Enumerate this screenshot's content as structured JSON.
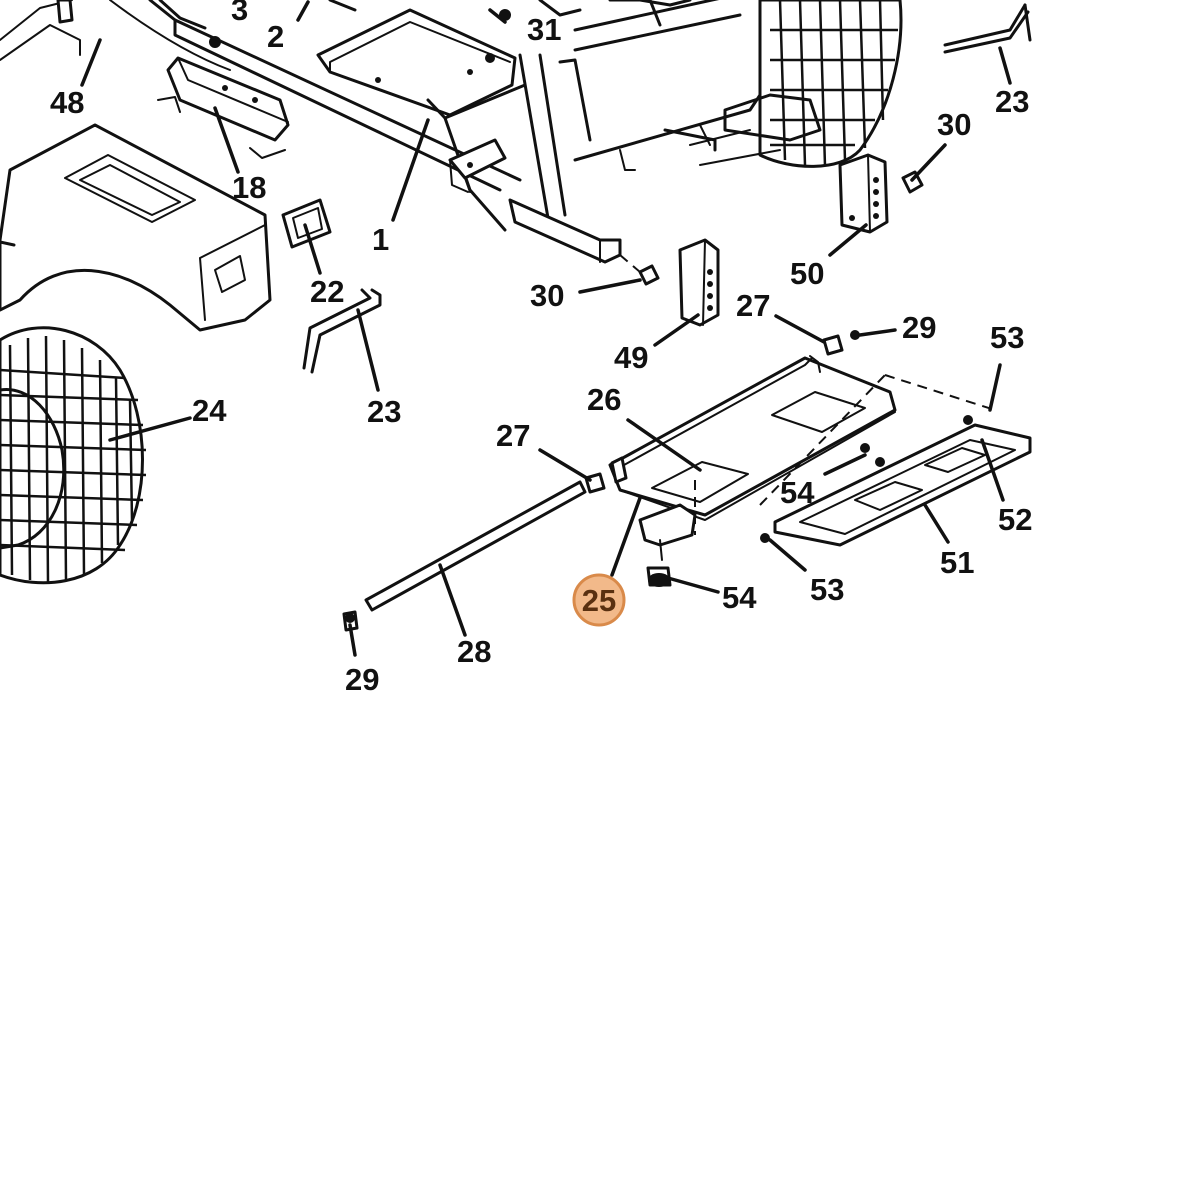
{
  "callouts": {
    "c3": "3",
    "c2": "2",
    "c31": "31",
    "c48": "48",
    "c18": "18",
    "c1": "1",
    "c22": "22",
    "c23a": "23",
    "c23b": "23",
    "c30a": "30",
    "c30b": "30",
    "c50": "50",
    "c49": "49",
    "c27a": "27",
    "c29a": "29",
    "c53a": "53",
    "c26": "26",
    "c27b": "27",
    "c54a": "54",
    "c52": "52",
    "c24": "24",
    "c51": "51",
    "c53b": "53",
    "c54b": "54",
    "c28": "28",
    "c29b": "29",
    "c25": "25"
  },
  "highlight": {
    "callout": "25",
    "color": "#f2b98a"
  }
}
